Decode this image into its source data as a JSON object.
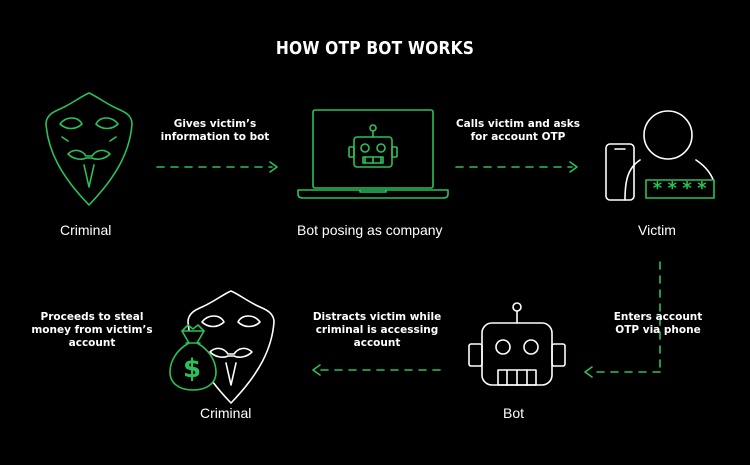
{
  "title": "HOW OTP BOT WORKS",
  "nodes": {
    "criminal_top": "Criminal",
    "bot_company": "Bot posing as company",
    "victim": "Victim",
    "bot": "Bot",
    "criminal_bottom": "Criminal"
  },
  "steps": {
    "gives_info": [
      "Gives victim’s",
      "information to bot"
    ],
    "calls_victim": [
      "Calls victim and asks",
      "for account OTP"
    ],
    "enters_otp": [
      "Enters account",
      "OTP via phone"
    ],
    "distracts": [
      "Distracts victim while",
      "criminal is accessing",
      "account"
    ],
    "steals": [
      "Proceeds to steal",
      "money from victim’s",
      "account"
    ]
  },
  "password_mask": "****",
  "money_symbol": "$",
  "colors": {
    "accent": "#2bc15a",
    "background": "#000000",
    "text": "#ffffff"
  }
}
